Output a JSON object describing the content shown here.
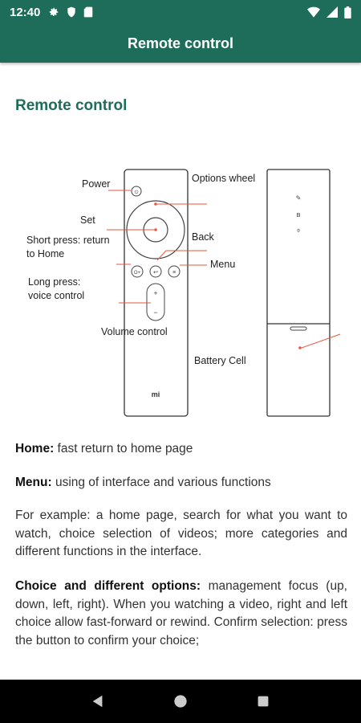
{
  "status_bar": {
    "time": "12:40",
    "left_icons": [
      "gear-icon",
      "shield-icon",
      "sd-card-icon"
    ],
    "right_icons": [
      "wifi-icon",
      "signal-icon",
      "battery-icon"
    ]
  },
  "app_bar": {
    "title": "Remote control"
  },
  "page": {
    "heading": "Remote control",
    "diagram_labels": {
      "power": "Power",
      "options_wheel": "Options wheel",
      "set": "Set",
      "short_press_1": "Short press: return",
      "short_press_2": "to Home",
      "back": "Back",
      "menu": "Menu",
      "long_press_1": "Long press:",
      "long_press_2": "voice control",
      "volume_control": "Volume control",
      "battery_cell": "Battery Cell",
      "brand": "mi"
    },
    "paragraphs": [
      {
        "term": "Home:",
        "text": " fast return to home page"
      },
      {
        "term": "Menu:",
        "text": " using of interface and various functions"
      },
      {
        "term": "",
        "text": "For example: a home page, search for what you want to watch, choice selection of videos; more categories and different functions in the interface."
      },
      {
        "term": "Choice and different options:",
        "text": " management focus (up, down, left, right). When you watching a video, right and left choice allow fast-forward or rewind. Confirm selection: press the button to confirm your choice;"
      }
    ]
  },
  "nav_bar": {
    "buttons": [
      "back-icon",
      "home-icon",
      "recents-icon"
    ]
  },
  "colors": {
    "primary": "#1e6d5b",
    "annotation": "#e8553f"
  }
}
